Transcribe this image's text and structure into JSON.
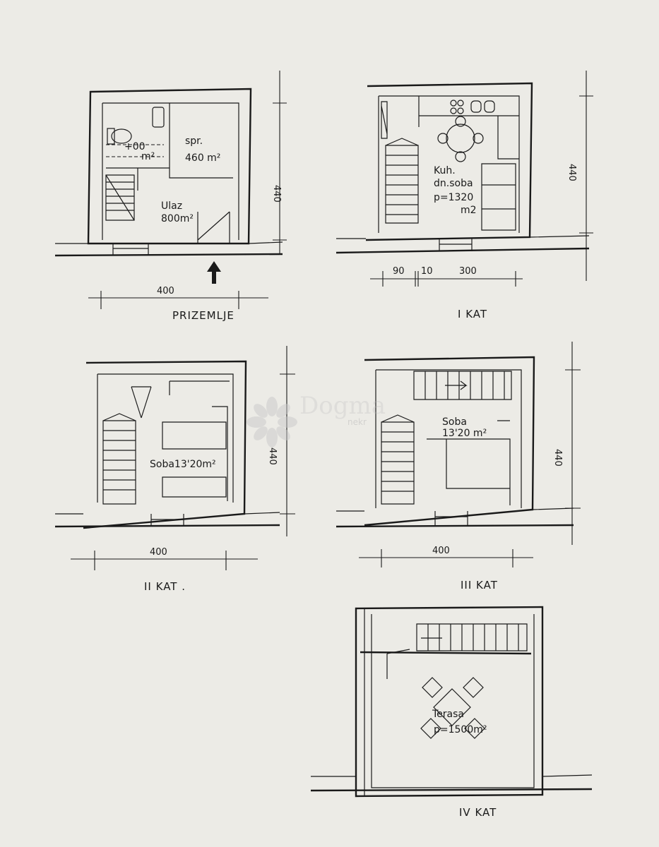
{
  "watermark": {
    "text": "Dogma",
    "sub": "nekr"
  },
  "plans": {
    "prizemlje": {
      "title": "PRIZEMLJE",
      "rooms": {
        "wc_area": "+00",
        "wc_unit": "m²",
        "storage_name": "spr.",
        "storage_area": "460 m²",
        "entry_name": "Ulaz",
        "entry_area": "800m²"
      },
      "dims": {
        "width": "400",
        "depth": "440"
      }
    },
    "kat1": {
      "title": "I KAT",
      "rooms": {
        "line1": "Kuh.",
        "line2": "dn.soba",
        "line3": "p=1320",
        "line4": "m2"
      },
      "dims": {
        "a": "90",
        "b": "10",
        "c": "300",
        "depth": "440"
      }
    },
    "kat2": {
      "title": "II KAT .",
      "rooms": {
        "room": "Soba13'20m²"
      },
      "dims": {
        "width": "400",
        "depth": "440"
      }
    },
    "kat3": {
      "title": "III KAT",
      "rooms": {
        "name": "Soba",
        "area": "13'20 m²"
      },
      "dims": {
        "width": "400",
        "depth": "440"
      }
    },
    "kat4": {
      "title": "IV KAT",
      "rooms": {
        "name": "Terasa",
        "area": "p=1500m²"
      }
    }
  },
  "colors": {
    "ink": "#1a1a1a",
    "paper": "#ecebe6",
    "watermark": "#b9b9b9"
  }
}
